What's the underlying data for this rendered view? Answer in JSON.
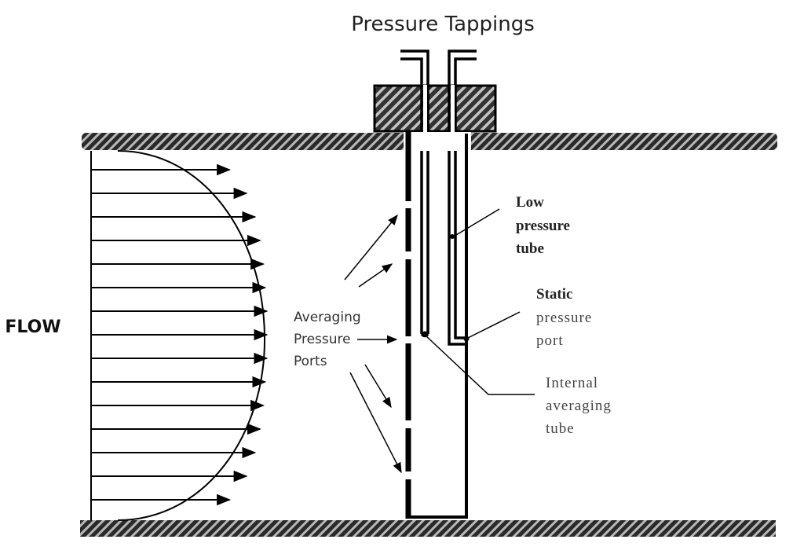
{
  "title": "Pressure Tappings",
  "flow_label": "FLOW",
  "labels": {
    "averaging_ports": [
      "Averaging",
      "Pressure",
      "Ports"
    ],
    "low_pressure_tube": [
      "Low",
      "pressure",
      "tube"
    ],
    "static_pressure_port": [
      "Static",
      "pressure",
      "port"
    ],
    "internal_averaging_tube": [
      "Internal",
      "averaging",
      "tube"
    ]
  },
  "flow_profile": {
    "arrow_count": 15,
    "relative_velocities": [
      0.82,
      0.92,
      0.97,
      1.0,
      1.02,
      1.03,
      1.04,
      1.04,
      1.04,
      1.03,
      1.02,
      1.0,
      0.97,
      0.92,
      0.82
    ]
  },
  "averaging_ports_count": 5,
  "colors": {
    "line": "#000000",
    "hatch_fill": "#3a3a3a",
    "text": "#222222",
    "background": "#ffffff"
  }
}
